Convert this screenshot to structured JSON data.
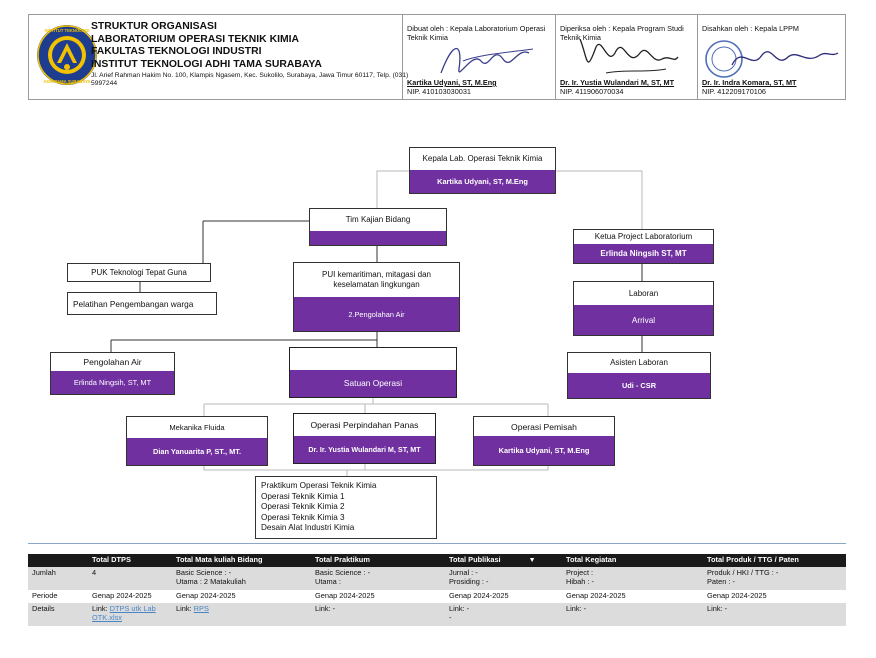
{
  "header": {
    "org_lines": [
      "STRUKTUR ORGANISASI",
      "LABORATORIUM OPERASI TEKNIK KIMIA",
      "FAKULTAS TEKNOLOGI INDUSTRI",
      "INSTITUT TEKNOLOGI ADHI TAMA SURABAYA"
    ],
    "address": "Jl. Arief Rahman Hakim No. 100, Klampis Ngasem, Kec. Sukolilo, Surabaya, Jawa Timur 60117, Telp. (031) 5997244",
    "logo_text": "INSTITUT TEKNOLOGI ADHI TAMA SURABAYA",
    "signatures": [
      {
        "label": "Dibuat oleh : Kepala Laboratorium Operasi Teknik Kimia",
        "name": "Kartika Udyani, ST, M.Eng",
        "nip": "NIP. 410103030031"
      },
      {
        "label": "Diperiksa oleh : Kepala Program Studi Teknik Kimia",
        "name": "Dr. Ir. Yustia Wulandari M, ST, MT",
        "nip": "NIP. 411906070034"
      },
      {
        "label": "Disahkan oleh : Kepala LPPM",
        "name": "Dr. Ir. Indra Komara, ST, MT",
        "nip": "NIP. 412209170106"
      }
    ]
  },
  "org": {
    "head": {
      "title": "Kepala Lab. Operasi Teknik Kimia",
      "name": "Kartika Udyani, ST, M.Eng"
    },
    "tim": {
      "title": "Tim Kajian Bidang",
      "name": ""
    },
    "puk": "PUK Teknologi Tepat Guna",
    "pelatihan": "Pelatihan Pengembangan warga",
    "pui": {
      "title": "PUI kemaritiman, mitagasi dan keselamatan lingkungan",
      "name": "2.Pengolahan Air"
    },
    "pengolahan": {
      "title": "Pengolahan Air",
      "name": "Erlinda Ningsih, ST, MT"
    },
    "satuan": {
      "title": "",
      "name": "Satuan Operasi"
    },
    "ketua": {
      "title": "Ketua Project Laboratorium",
      "name": "Erlinda Ningsih ST, MT"
    },
    "laboran": {
      "title": "Laboran",
      "name": "Arrival"
    },
    "asisten": {
      "title": "Asisten Laboran",
      "name": "Udi - CSR"
    },
    "mekanika": {
      "title": "Mekanika Fluida",
      "name": "Dian Yanuarita P, ST., MT."
    },
    "perpindahan": {
      "title": "Operasi Perpindahan Panas",
      "name": "Dr. Ir. Yustia Wulandari M, ST, MT"
    },
    "pemisah": {
      "title": "Operasi Pemisah",
      "name": "Kartika Udyani, ST, M.Eng"
    },
    "praktikum": [
      "Praktikum Operasi Teknik Kimia",
      "Operasi Teknik Kimia 1",
      "Operasi Teknik Kimia 2",
      "Operasi Teknik Kimia 3",
      "Desain Alat Industri Kimia"
    ]
  },
  "table": {
    "headers": [
      "",
      "Total DTPS",
      "Total Mata kuliah Bidang",
      "Total Praktikum",
      "Total Publikasi",
      "Total Kegiatan",
      "Total Produk / TTG / Paten"
    ],
    "rows": [
      {
        "label": "Jumlah",
        "cells": [
          [
            "4"
          ],
          [
            "Basic Science : -",
            "Utama : 2 Matakuliah"
          ],
          [
            "Basic Science : -",
            "Utama :"
          ],
          [
            "Jurnal : -",
            "Prosiding : -"
          ],
          [
            "Project :",
            "Hibah : -"
          ],
          [
            "Produk / HKI / TTG : -",
            "Paten : -"
          ]
        ]
      },
      {
        "label": "Periode",
        "cells": [
          [
            "Genap 2024-2025"
          ],
          [
            "Genap 2024-2025"
          ],
          [
            "Genap 2024-2025"
          ],
          [
            "Genap 2024-2025"
          ],
          [
            "Genap 2024-2025"
          ],
          [
            "Genap 2024-2025"
          ]
        ]
      },
      {
        "label": "Details",
        "cells": [
          {
            "prefix": "Link: ",
            "link": "DTPS utk Lab OTK.xlsx"
          },
          {
            "prefix": "Link: ",
            "link": "RPS"
          },
          {
            "prefix": "Link:  -",
            "link": ""
          },
          {
            "prefix": "Link: -",
            "extra": "-"
          },
          {
            "prefix": "Link: -",
            "link": ""
          },
          {
            "prefix": "Link: -",
            "link": ""
          }
        ]
      }
    ]
  },
  "colors": {
    "purple": "#7030a0",
    "header_black": "#1a1a1a",
    "row_gray": "#dcdcdc",
    "link": "#4a86c5"
  }
}
